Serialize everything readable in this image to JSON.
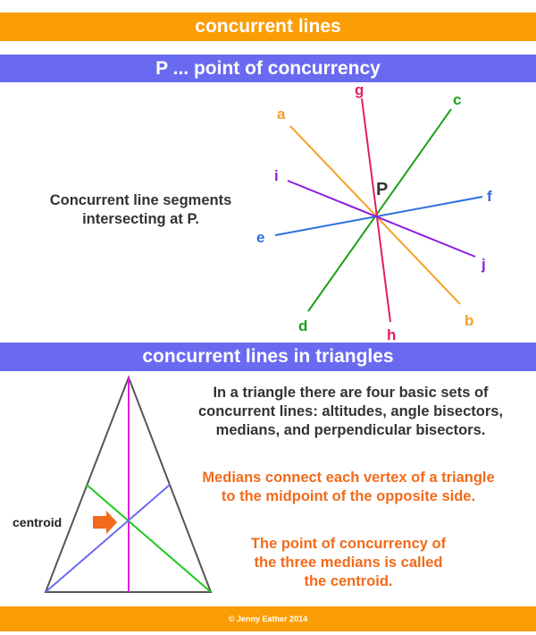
{
  "header": {
    "title": "concurrent lines"
  },
  "section1": {
    "title": "P ... point of concurrency",
    "description_line1": "Concurrent line segments",
    "description_line2": "intersecting at P.",
    "point_label": "P",
    "segments": [
      {
        "label_start": "a",
        "label_end": "b",
        "color": "#f7a028"
      },
      {
        "label_start": "c",
        "label_end": "d",
        "color": "#1aa11a"
      },
      {
        "label_start": "e",
        "label_end": "f",
        "color": "#2d6fe0"
      },
      {
        "label_start": "g",
        "label_end": "h",
        "color": "#e41e62"
      },
      {
        "label_start": "i",
        "label_end": "j",
        "color": "#8c1ee0"
      }
    ]
  },
  "section2": {
    "title": "concurrent lines in triangles",
    "intro_line1": "In a triangle there are four basic sets of",
    "intro_line2": "concurrent lines: altitudes, angle bisectors,",
    "intro_line3": "medians, and perpendicular bisectors.",
    "medians_line1": "Medians connect each vertex of a triangle",
    "medians_line2": "to the midpoint of the opposite side.",
    "centroid_line1": "The point of concurrency of",
    "centroid_line2": "the three medians is called",
    "centroid_line3": "the centroid.",
    "centroid_label": "centroid",
    "colors": {
      "triangle": "#555555",
      "median_vertical": "#e020e0",
      "median_green": "#1ec81e",
      "median_blue": "#6a6af0",
      "arrow": "#f26a1b"
    }
  },
  "footer": {
    "copyright": "© Jenny Eather 2014"
  }
}
